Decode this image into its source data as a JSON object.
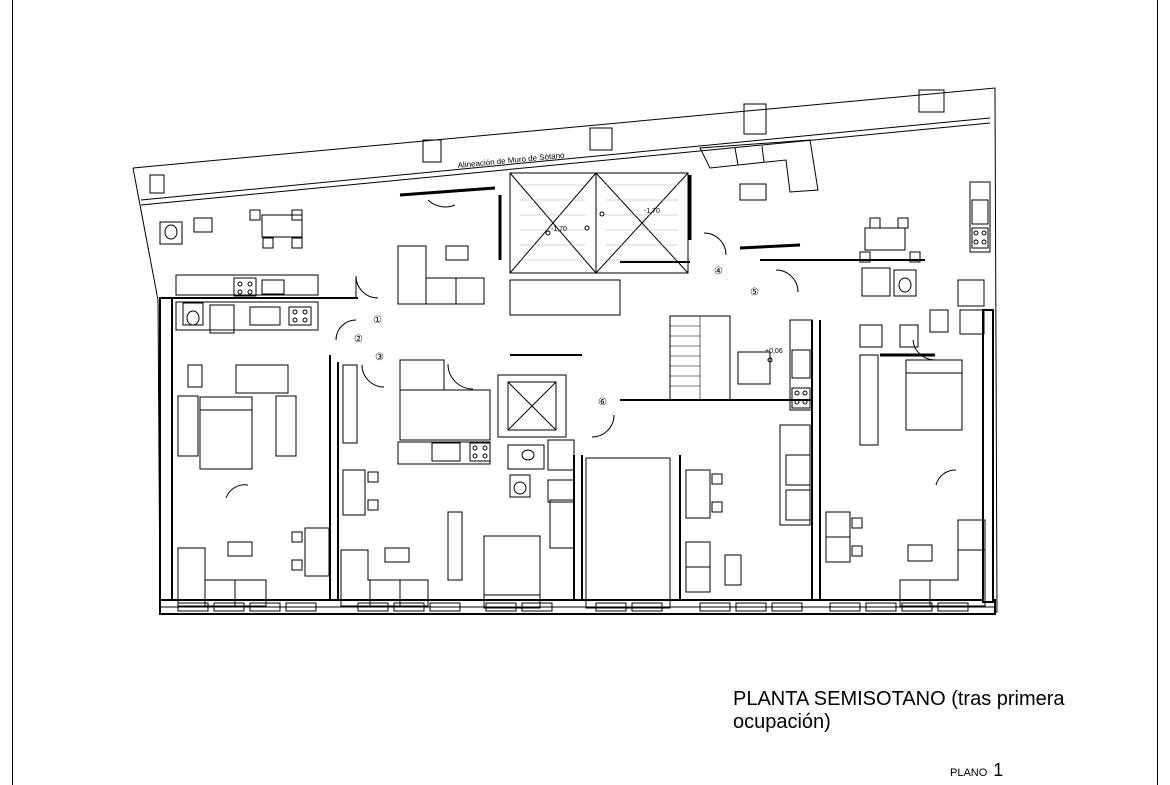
{
  "drawing": {
    "title_line1": "PLANTA SEMISOTANO (tras primera",
    "title_line2": "ocupación)",
    "sheet_label": "PLANO",
    "sheet_number": "1"
  },
  "annotations": {
    "retaining_wall": "Alineación de Muro de Sótano",
    "level_a": "-1,70",
    "level_b": "-1,70",
    "level_c": "+0,06"
  },
  "markers": [
    "①",
    "②",
    "③",
    "④",
    "⑤",
    "⑥"
  ]
}
